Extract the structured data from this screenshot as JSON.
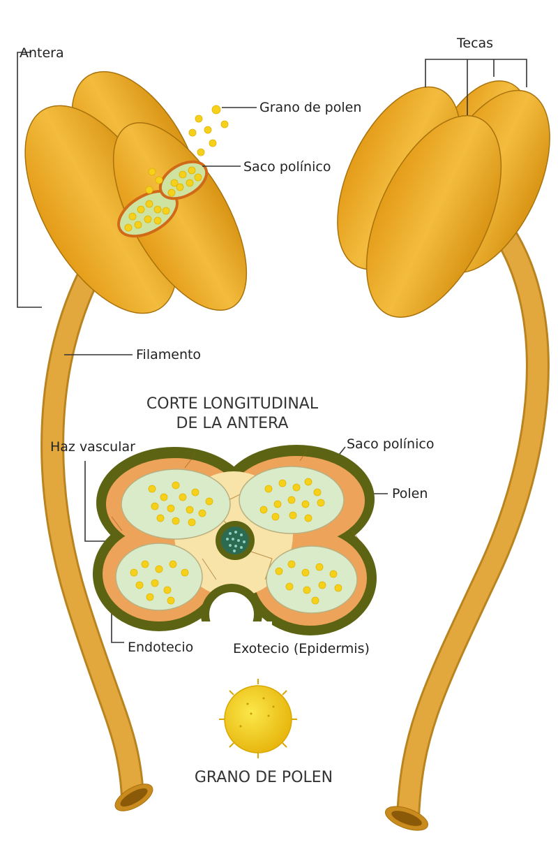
{
  "labels": {
    "antera": "Antera",
    "grano_de_polen": "Grano de polen",
    "saco_polinico_top": "Saco polínico",
    "tecas": "Tecas",
    "filamento": "Filamento",
    "section_title_line1": "CORTE LONGITUDINAL",
    "section_title_line2": "DE LA ANTERA",
    "haz_vascular": "Haz vascular",
    "saco_polinico_section": "Saco polínico",
    "polen": "Polen",
    "endotecio": "Endotecio",
    "exotecio": "Exotecio (Epidermis)",
    "pollen_grain_title": "GRANO DE POLEN"
  },
  "colors": {
    "anther": "#eaa92c",
    "anther_dark": "#c98a14",
    "filament": "#e2a83e",
    "epidermis": "#5c6414",
    "endothecium": "#eea35a",
    "tissue": "#f8e4a8",
    "sac": "#d9ebc9",
    "pollen": "#f6d11c",
    "vascular": "#2d6a52"
  }
}
